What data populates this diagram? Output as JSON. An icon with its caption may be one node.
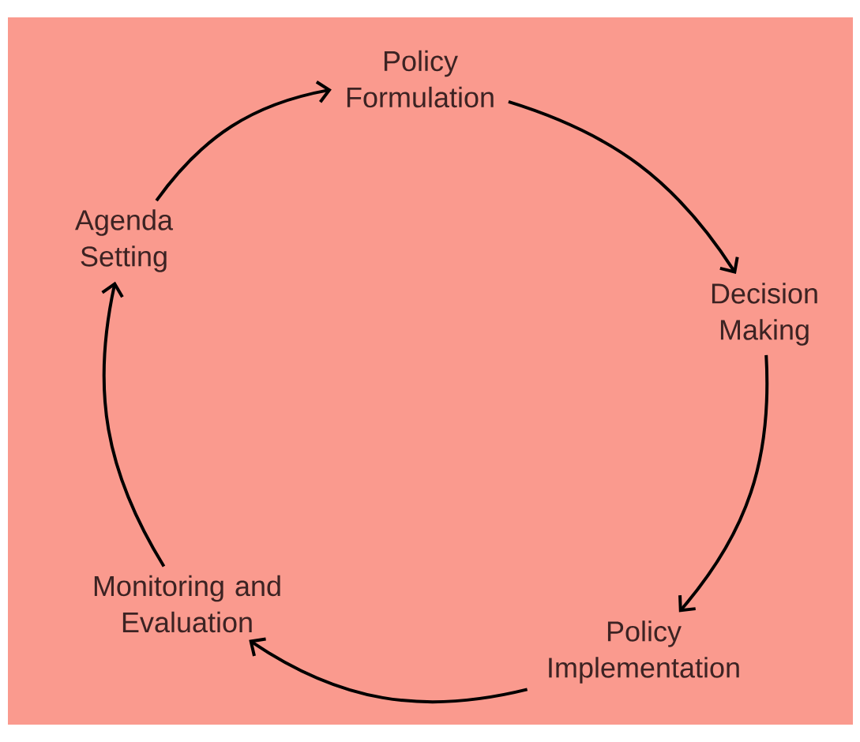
{
  "diagram": {
    "nodes": [
      {
        "text": [
          "Agenda Setting"
        ]
      },
      {
        "text": [
          "Policy Formulation"
        ]
      },
      {
        "text": [
          "Decision Making"
        ]
      },
      {
        "text": [
          "Policy Implementation"
        ]
      },
      {
        "text": [
          "Monitoring and Evaluation"
        ]
      }
    ],
    "edges": [
      {
        "from": 0,
        "to": 1,
        "arrow": "to"
      },
      {
        "from": 1,
        "to": 2,
        "arrow": "to"
      },
      {
        "from": 2,
        "to": 3,
        "arrow": "to"
      },
      {
        "from": 3,
        "to": 4,
        "arrow": "to"
      },
      {
        "from": 4,
        "to": 0,
        "arrow": "to"
      }
    ]
  }
}
